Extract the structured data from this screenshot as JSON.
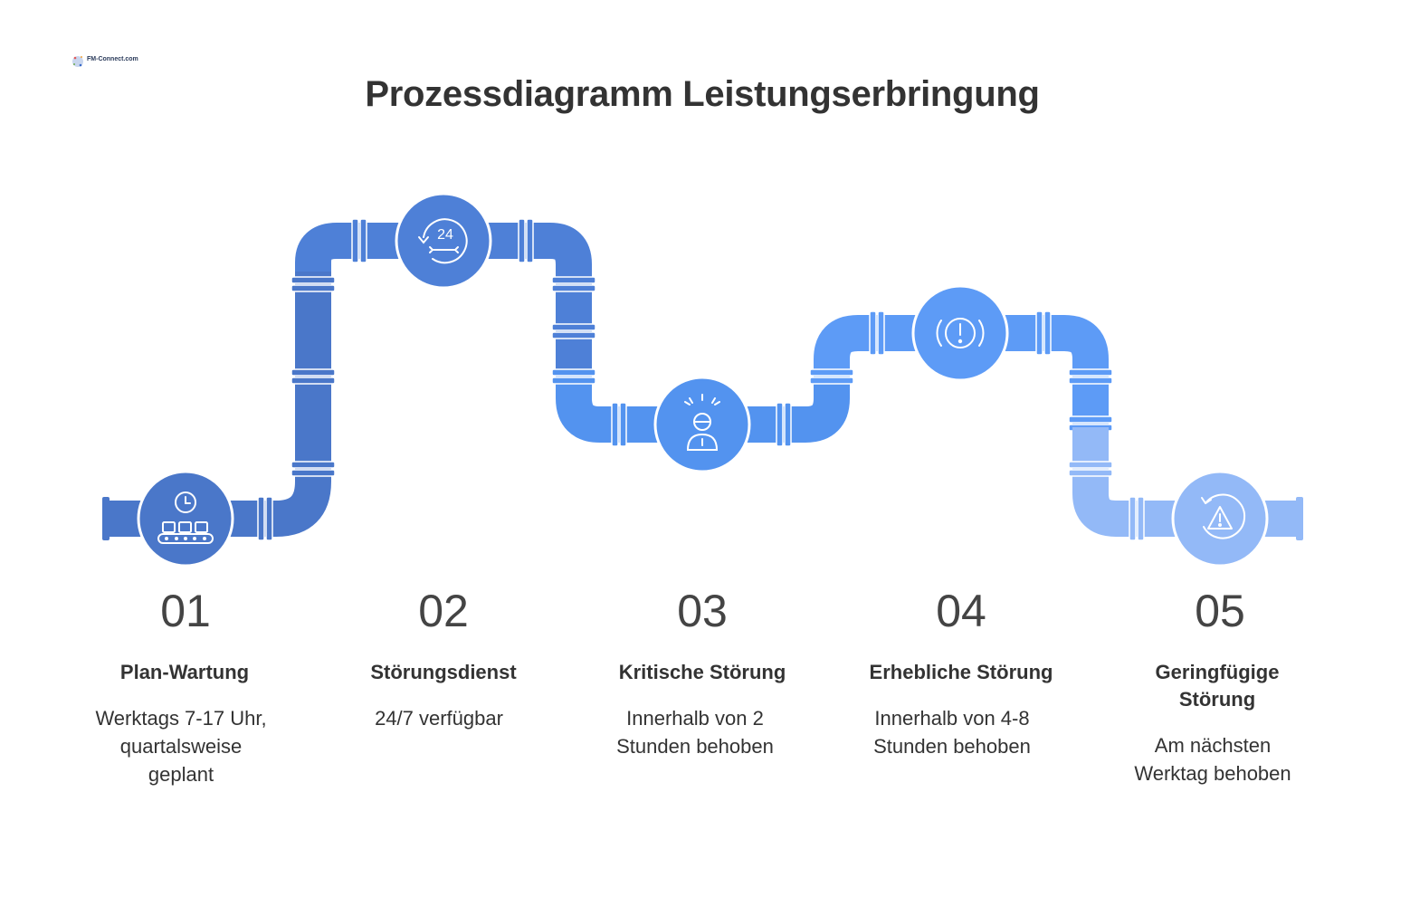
{
  "logo": {
    "text": "FM-Connect.com"
  },
  "title": "Prozessdiagramm Leistungserbringung",
  "colors": {
    "step1": "#4a77c9",
    "step2": "#4e80d7",
    "step3": "#5393ef",
    "step4": "#5d9bf6",
    "step5": "#93b9f7"
  },
  "steps": [
    {
      "number": "01",
      "label": "Plan-Wartung",
      "description": [
        "Werktags 7-17 Uhr,",
        "quartalsweise",
        "geplant"
      ],
      "icon": "clock-conveyor-icon"
    },
    {
      "number": "02",
      "label": "Störungsdienst",
      "description": [
        "24/7 verfügbar"
      ],
      "icon": "24h-service-icon"
    },
    {
      "number": "03",
      "label": "Kritische Störung",
      "description": [
        "Innerhalb von 2",
        "Stunden behoben"
      ],
      "icon": "stressed-person-icon"
    },
    {
      "number": "04",
      "label": "Erhebliche Störung",
      "description": [
        "Innerhalb von 4-8",
        "Stunden behoben"
      ],
      "icon": "brake-warning-icon"
    },
    {
      "number": "05",
      "label": [
        "Geringfügige",
        "Störung"
      ],
      "description": [
        "Am nächsten",
        "Werktag behoben"
      ],
      "icon": "warning-triangle-icon"
    }
  ]
}
